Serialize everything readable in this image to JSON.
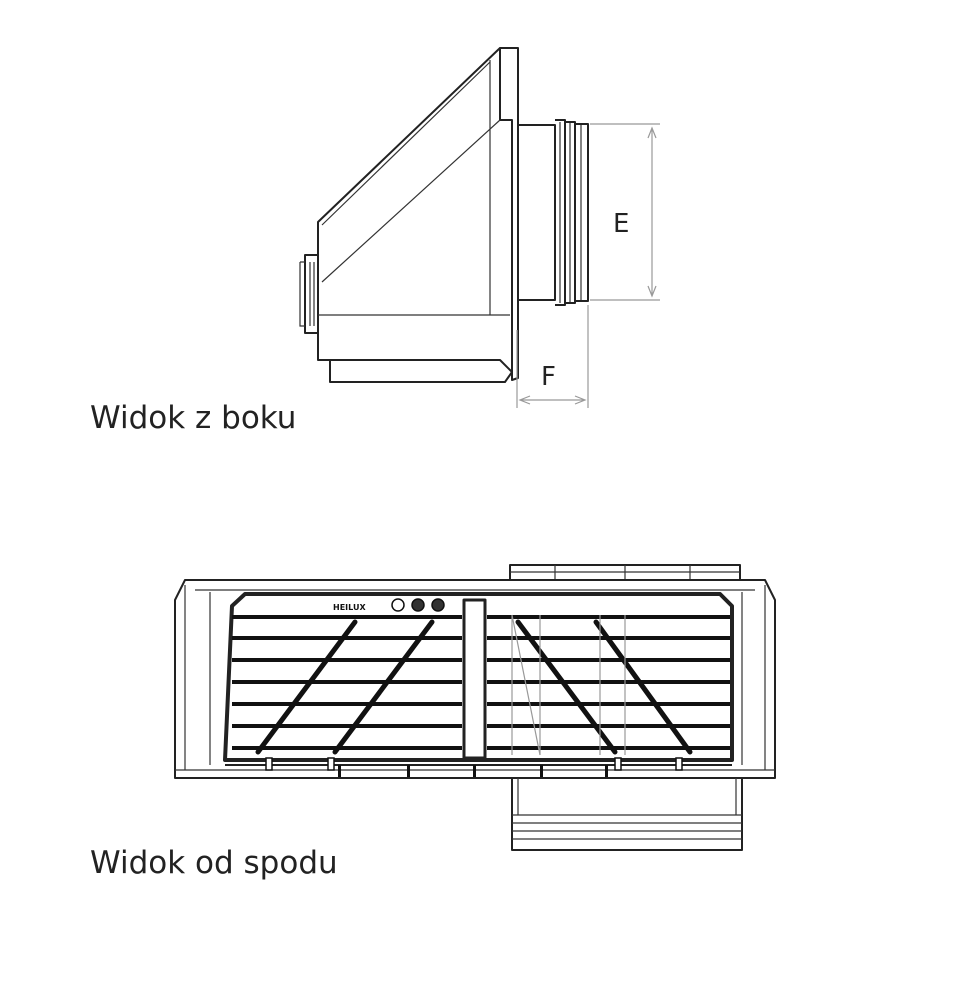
{
  "captions": {
    "side_view": "Widok z boku",
    "bottom_view": "Widok od spodu"
  },
  "dimensions": {
    "e": "E",
    "f": "F"
  },
  "brand_logo": "HEILUX",
  "colors": {
    "line": "#222222",
    "background": "#ffffff"
  }
}
